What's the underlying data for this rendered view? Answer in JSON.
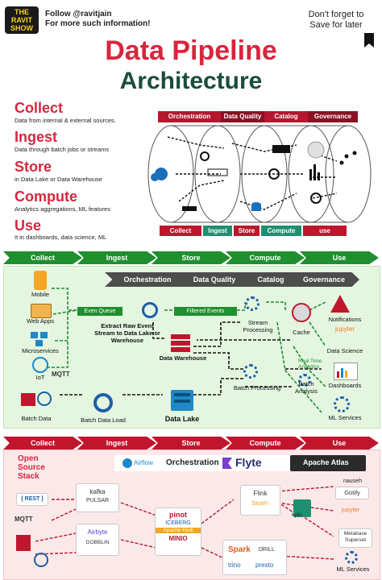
{
  "header": {
    "logo_text": "THE RAVIT SHOW",
    "follow_line1": "Follow @ravitjain",
    "follow_line2": "For more such information!",
    "save_line1": "Don't forget to",
    "save_line2": "Save for later"
  },
  "title": {
    "line1": "Data Pipeline",
    "line2": "Architecture"
  },
  "stages": [
    {
      "name": "Collect",
      "desc": "Data from internal & external sources."
    },
    {
      "name": "Ingest",
      "desc": "Data through batch jobs or streams"
    },
    {
      "name": "Store",
      "desc": "in Data Lake or Data Warehouse"
    },
    {
      "name": "Compute",
      "desc": "Analytics aggregations, ML features"
    },
    {
      "name": "Use",
      "desc": "It in dashboards, data science, ML"
    }
  ],
  "top_band": [
    "Orchestration",
    "Data Quality",
    "Catalog",
    "Governance"
  ],
  "bottom_band": [
    "Collect",
    "Ingest",
    "Store",
    "Compute",
    "use"
  ],
  "flow_bar": [
    "Collect",
    "Ingest",
    "Store",
    "Compute",
    "Use"
  ],
  "governance_bar": [
    "Orchestration",
    "Data Quality",
    "Catalog",
    "Governance"
  ],
  "middle": {
    "sources": [
      "Mobile",
      "Web Apps",
      "Microservices",
      "IoT",
      "Batch Data"
    ],
    "mqtt": "MQTT",
    "even_queue": "Even Queue",
    "filtered_events": "Filtered Events",
    "extract_label": "Extract Raw Event Stream to Data Lake or Warehouse",
    "stream_processing": "Stream Processing",
    "cache": "Cache",
    "data_warehouse": "Data Warehouse",
    "batch_processing": "Batch Processing",
    "real_time": "Real Time Analytics",
    "batch_analysis": "Batch Analysis",
    "batch_data_load": "Batch Data Load",
    "data_lake": "Data Lake",
    "uses": [
      "Notifications",
      "Data Science",
      "Dashboards",
      "ML Services"
    ],
    "jupyter": "jupyter"
  },
  "open_source": {
    "title": "Open Source Stack",
    "airflow": "Airflow",
    "orchestration": "Orchestration",
    "flyte": "Flyte",
    "atlas": "Apache Atlas",
    "rest": "{ REST }",
    "mqtt": "MQTT",
    "ingest": [
      "kafka",
      "PULSAR",
      "Airbyte",
      "GOBBLIN"
    ],
    "store": [
      "pinot",
      "ICEBERG",
      "Apache Hudi",
      "MINIO"
    ],
    "compute": [
      "Flink",
      "beam",
      "kylin",
      "Spark",
      "DRILL",
      "trino",
      "presto"
    ],
    "use": [
      "Gotify",
      "jupyter",
      "Metabase",
      "Superset",
      "ML Services",
      "nauseh"
    ]
  }
}
